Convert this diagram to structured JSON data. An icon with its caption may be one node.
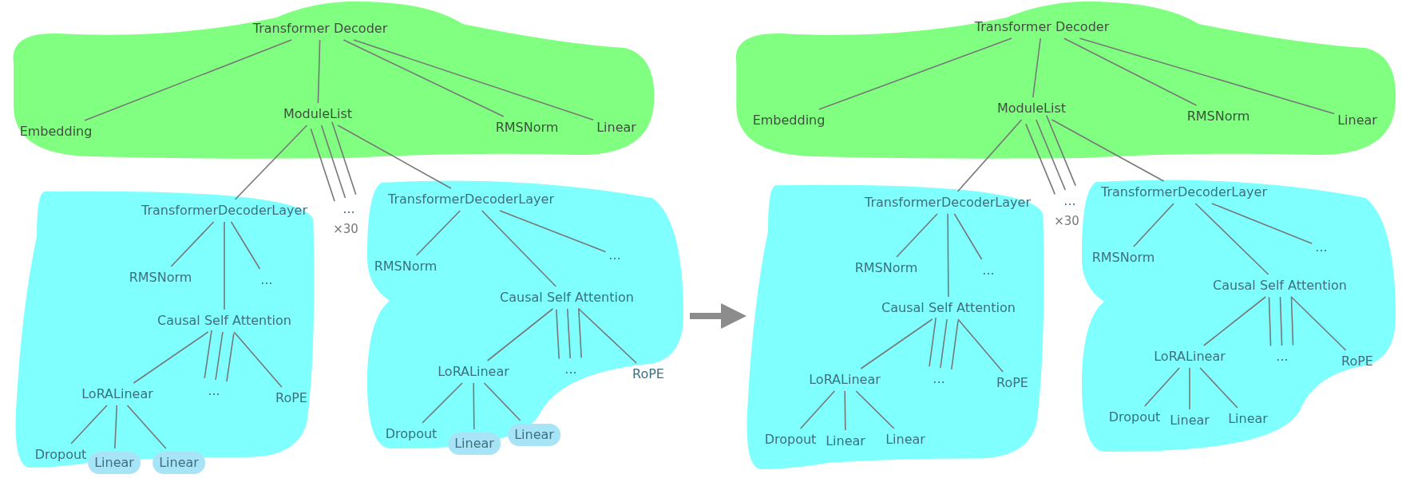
{
  "diagram": {
    "nodes": [
      {
        "text": [],
        "shape": "cloud"
      },
      {
        "text": [
          "Transformer Decoder"
        ],
        "in": 0
      },
      {
        "text": [
          "Embedding"
        ],
        "in": 0
      },
      {
        "text": [
          "ModuleList"
        ],
        "in": 0
      },
      {
        "text": [
          "RMSNorm"
        ],
        "in": 0
      },
      {
        "text": [
          "Linear"
        ],
        "in": 0
      },
      {
        "text": [],
        "shape": "cloud"
      },
      {
        "text": [
          "TransformerDecoderLayer"
        ],
        "in": 6
      },
      {
        "text": [
          "RMSNorm"
        ],
        "in": 6
      },
      {
        "text": [
          "..."
        ],
        "in": 6
      },
      {
        "text": [
          "Causal Self Attention"
        ],
        "in": 6
      },
      {
        "text": [
          "LoRALinear"
        ],
        "in": 6
      },
      {
        "text": [
          "..."
        ],
        "in": 6
      },
      {
        "text": [
          "RoPE"
        ],
        "in": 6
      },
      {
        "text": [
          "Dropout"
        ],
        "in": 6
      },
      {
        "text": [
          "Linear"
        ]
      },
      {
        "text": [
          "Linear"
        ]
      },
      {
        "text": [
          "..."
        ],
        "beside": [
          "×30"
        ]
      },
      {
        "text": [],
        "shape": "cloud"
      },
      {
        "text": [
          "TransformerDecoderLayer"
        ],
        "in": 18
      },
      {
        "text": [
          "RMSNorm"
        ],
        "in": 18
      },
      {
        "text": [
          "..."
        ],
        "in": 18
      },
      {
        "text": [
          "Causal Self Attention"
        ],
        "in": 18
      },
      {
        "text": [
          "LoRALinear"
        ],
        "in": 18
      },
      {
        "text": [
          "..."
        ],
        "in": 18
      },
      {
        "text": [
          "RoPE"
        ],
        "in": 18
      },
      {
        "text": [
          "Dropout"
        ],
        "in": 18
      },
      {
        "text": [
          "Linear"
        ]
      },
      {
        "text": [
          "Linear"
        ]
      },
      {
        "text": [],
        "shape": "cloud"
      },
      {
        "text": [
          "Transformer Decoder"
        ],
        "in": 29
      },
      {
        "text": [
          "Embedding"
        ],
        "in": 29
      },
      {
        "text": [
          "ModuleList"
        ],
        "in": 29
      },
      {
        "text": [
          "RMSNorm"
        ],
        "in": 29
      },
      {
        "text": [
          "Linear"
        ],
        "in": 29
      },
      {
        "text": [],
        "shape": "cloud"
      },
      {
        "text": [
          "TransformerDecoderLayer"
        ],
        "in": 35
      },
      {
        "text": [
          "RMSNorm"
        ],
        "in": 35
      },
      {
        "text": [
          "..."
        ],
        "in": 35
      },
      {
        "text": [
          "Causal Self Attention"
        ],
        "in": 35
      },
      {
        "text": [
          "LoRALinear"
        ],
        "in": 35
      },
      {
        "text": [
          "..."
        ],
        "in": 35
      },
      {
        "text": [
          "RoPE"
        ],
        "in": 35
      },
      {
        "text": [
          "Dropout"
        ],
        "in": 35
      },
      {
        "text": [
          "Linear"
        ],
        "in": 35
      },
      {
        "text": [
          "Linear"
        ],
        "in": 35
      },
      {
        "text": [
          "..."
        ],
        "beside": [
          "×30"
        ]
      },
      {
        "text": [],
        "shape": "cloud"
      },
      {
        "text": [
          "TransformerDecoderLayer"
        ],
        "in": 47
      },
      {
        "text": [
          "RMSNorm"
        ],
        "in": 47
      },
      {
        "text": [
          "..."
        ],
        "in": 47
      },
      {
        "text": [
          "Causal Self Attention"
        ],
        "in": 47
      },
      {
        "text": [
          "LoRALinear"
        ],
        "in": 47
      },
      {
        "text": [
          "..."
        ],
        "in": 47
      },
      {
        "text": [
          "RoPE"
        ],
        "in": 47
      },
      {
        "text": [
          "Dropout"
        ],
        "in": 47
      },
      {
        "text": [
          "Linear"
        ],
        "in": 47
      },
      {
        "text": [
          "Linear"
        ],
        "in": 47
      }
    ],
    "edges": [
      {
        "from": 1,
        "to": 2,
        "arrow": "none"
      },
      {
        "from": 1,
        "to": 3,
        "arrow": "none"
      },
      {
        "from": 1,
        "to": 4,
        "arrow": "none"
      },
      {
        "from": 1,
        "to": 5,
        "arrow": "none"
      },
      {
        "from": 3,
        "to": 7,
        "arrow": "none"
      },
      {
        "from": 3,
        "to": 17,
        "arrow": "none"
      },
      {
        "from": 3,
        "to": 17,
        "arrow": "none"
      },
      {
        "from": 3,
        "to": 17,
        "arrow": "none"
      },
      {
        "from": 3,
        "to": 19,
        "arrow": "none"
      },
      {
        "from": 7,
        "to": 8,
        "arrow": "none"
      },
      {
        "from": 7,
        "to": 10,
        "arrow": "none"
      },
      {
        "from": 7,
        "to": 9,
        "arrow": "none"
      },
      {
        "from": 10,
        "to": 11,
        "arrow": "none"
      },
      {
        "from": 10,
        "to": 12,
        "arrow": "none"
      },
      {
        "from": 10,
        "to": 12,
        "arrow": "none"
      },
      {
        "from": 10,
        "to": 12,
        "arrow": "none"
      },
      {
        "from": 10,
        "to": 13,
        "arrow": "none"
      },
      {
        "from": 11,
        "to": 14,
        "arrow": "none"
      },
      {
        "from": 11,
        "to": 15,
        "arrow": "none"
      },
      {
        "from": 11,
        "to": 16,
        "arrow": "none"
      },
      {
        "from": 19,
        "to": 20,
        "arrow": "none"
      },
      {
        "from": 19,
        "to": 22,
        "arrow": "none"
      },
      {
        "from": 19,
        "to": 21,
        "arrow": "none"
      },
      {
        "from": 22,
        "to": 23,
        "arrow": "none"
      },
      {
        "from": 22,
        "to": 24,
        "arrow": "none"
      },
      {
        "from": 22,
        "to": 24,
        "arrow": "none"
      },
      {
        "from": 22,
        "to": 24,
        "arrow": "none"
      },
      {
        "from": 22,
        "to": 25,
        "arrow": "none"
      },
      {
        "from": 23,
        "to": 26,
        "arrow": "none"
      },
      {
        "from": 23,
        "to": 27,
        "arrow": "none"
      },
      {
        "from": 23,
        "to": 28,
        "arrow": "none"
      },
      {
        "from": 18,
        "to": 35,
        "arrow": "to",
        "style": "thick",
        "color": "#8c8c8c"
      },
      {
        "from": 30,
        "to": 31,
        "arrow": "none"
      },
      {
        "from": 30,
        "to": 32,
        "arrow": "none"
      },
      {
        "from": 30,
        "to": 33,
        "arrow": "none"
      },
      {
        "from": 30,
        "to": 34,
        "arrow": "none"
      },
      {
        "from": 32,
        "to": 36,
        "arrow": "none"
      },
      {
        "from": 32,
        "to": 46,
        "arrow": "none"
      },
      {
        "from": 32,
        "to": 46,
        "arrow": "none"
      },
      {
        "from": 32,
        "to": 46,
        "arrow": "none"
      },
      {
        "from": 32,
        "to": 48,
        "arrow": "none"
      },
      {
        "from": 36,
        "to": 37,
        "arrow": "none"
      },
      {
        "from": 36,
        "to": 39,
        "arrow": "none"
      },
      {
        "from": 36,
        "to": 38,
        "arrow": "none"
      },
      {
        "from": 39,
        "to": 40,
        "arrow": "none"
      },
      {
        "from": 39,
        "to": 41,
        "arrow": "none"
      },
      {
        "from": 39,
        "to": 41,
        "arrow": "none"
      },
      {
        "from": 39,
        "to": 41,
        "arrow": "none"
      },
      {
        "from": 39,
        "to": 42,
        "arrow": "none"
      },
      {
        "from": 40,
        "to": 43,
        "arrow": "none"
      },
      {
        "from": 40,
        "to": 44,
        "arrow": "none"
      },
      {
        "from": 40,
        "to": 45,
        "arrow": "none"
      },
      {
        "from": 48,
        "to": 49,
        "arrow": "none"
      },
      {
        "from": 48,
        "to": 51,
        "arrow": "none"
      },
      {
        "from": 48,
        "to": 50,
        "arrow": "none"
      },
      {
        "from": 51,
        "to": 52,
        "arrow": "none"
      },
      {
        "from": 51,
        "to": 53,
        "arrow": "none"
      },
      {
        "from": 51,
        "to": 53,
        "arrow": "none"
      },
      {
        "from": 51,
        "to": 53,
        "arrow": "none"
      },
      {
        "from": 51,
        "to": 54,
        "arrow": "none"
      },
      {
        "from": 52,
        "to": 55,
        "arrow": "none"
      },
      {
        "from": 52,
        "to": 56,
        "arrow": "none"
      },
      {
        "from": 52,
        "to": 57,
        "arrow": "none"
      }
    ]
  }
}
